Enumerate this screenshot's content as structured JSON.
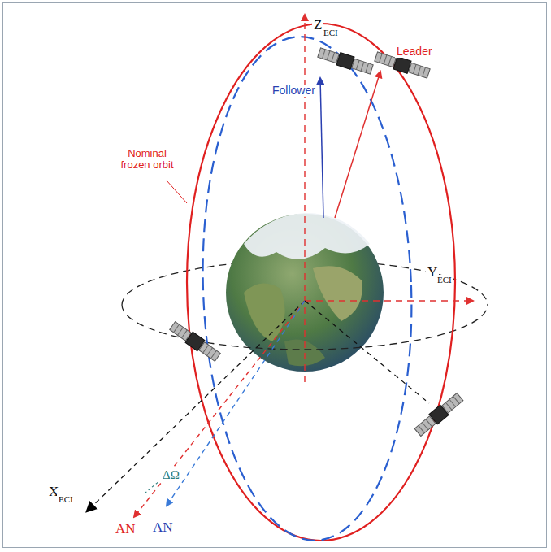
{
  "diagram": {
    "labels": [
      "Z",
      "ECI",
      "Leader",
      "Follower",
      "Nominal frozen orbit",
      "Y",
      "ECI",
      "X",
      "ECI",
      "AN",
      "ΔΩ",
      "AN"
    ]
  }
}
